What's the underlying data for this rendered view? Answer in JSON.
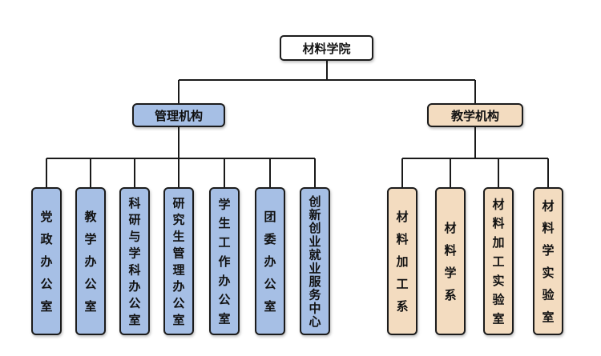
{
  "colors": {
    "root_fill": "#ffffff",
    "management_fill": "#a6bfe5",
    "teaching_fill": "#f3dcc0",
    "stroke": "#1a1a1a"
  },
  "root": {
    "label": "材料学院"
  },
  "groups": [
    {
      "label": "管理机构",
      "theme": "management",
      "children": [
        {
          "label": "党政办公室"
        },
        {
          "label": "教学办公室"
        },
        {
          "label": "科研与学科办公室"
        },
        {
          "label": "研究生管理办公室"
        },
        {
          "label": "学生工作办公室"
        },
        {
          "label": "团委办公室"
        },
        {
          "label": "创新创业就业服务中心"
        }
      ]
    },
    {
      "label": "教学机构",
      "theme": "teaching",
      "children": [
        {
          "label": "材料加工系"
        },
        {
          "label": "材料学系"
        },
        {
          "label": "材料加工实验室"
        },
        {
          "label": "材料学实验室"
        }
      ]
    }
  ]
}
